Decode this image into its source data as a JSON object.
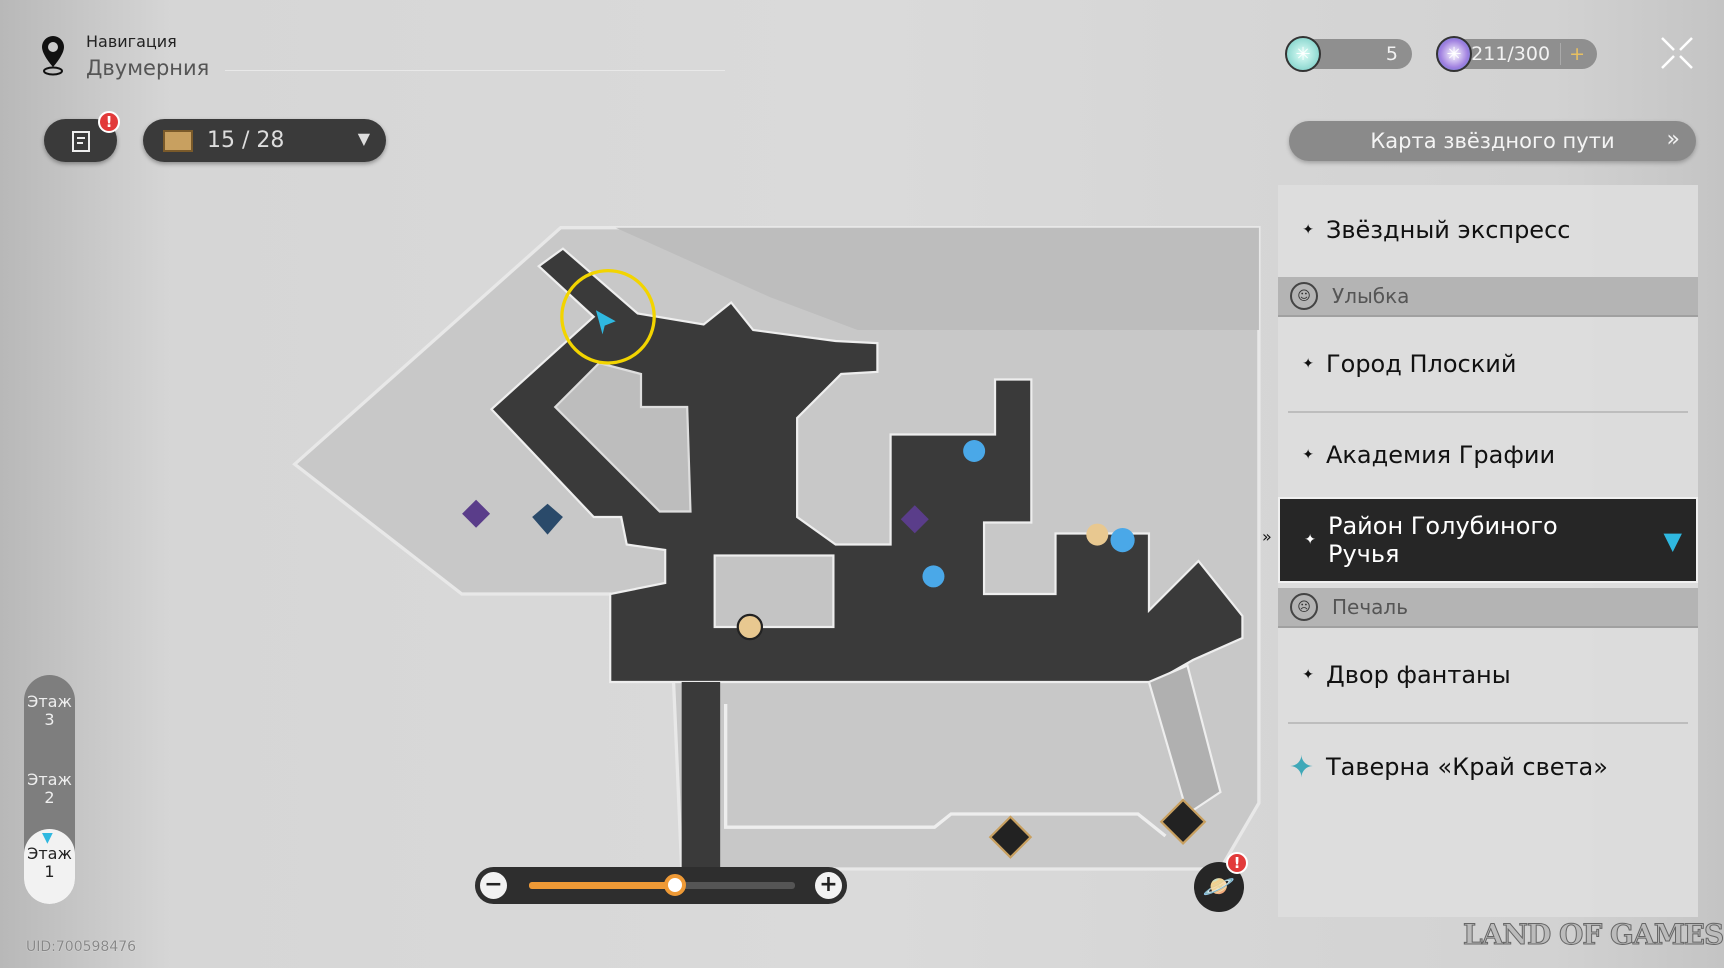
{
  "header": {
    "nav_label": "Навигация",
    "location": "Двумерния"
  },
  "toolbar": {
    "notes_badge": "!",
    "chest_count": "15 / 28"
  },
  "currencies": [
    {
      "icon": "star-rail-pass-icon",
      "value": "5"
    },
    {
      "icon": "trailblaze-power-icon",
      "value": "211/300",
      "add": "+"
    }
  ],
  "star_map_button": {
    "label": "Карта звёздного пути",
    "chevron": "»"
  },
  "panel": {
    "items": [
      {
        "label": "Звёздный экспресс"
      },
      {
        "header": "Улыбка"
      },
      {
        "label": "Город Плоский"
      },
      {
        "label": "Академия Графии"
      },
      {
        "label": "Район Голубиного Ручья",
        "selected": true
      },
      {
        "header": "Печаль"
      },
      {
        "label": "Двор фантаны"
      },
      {
        "label": "Таверна «Край света»",
        "special": true
      }
    ],
    "bullet": "✦"
  },
  "floors": [
    {
      "label": "Этаж",
      "num": "3"
    },
    {
      "label": "Этаж",
      "num": "2"
    },
    {
      "label": "Этаж",
      "num": "1",
      "active": true
    }
  ],
  "zoom": {
    "minus": "−",
    "plus": "+",
    "level_fraction": 0.55
  },
  "planet_badge": "!",
  "uid": "UID:700598476",
  "watermark": "LAND OF GAMES",
  "colors": {
    "accent_orange": "#ef9a36",
    "player_cyan": "#2fb8e0",
    "selected_bg": "#262626",
    "badge_red": "#e23a3a"
  }
}
